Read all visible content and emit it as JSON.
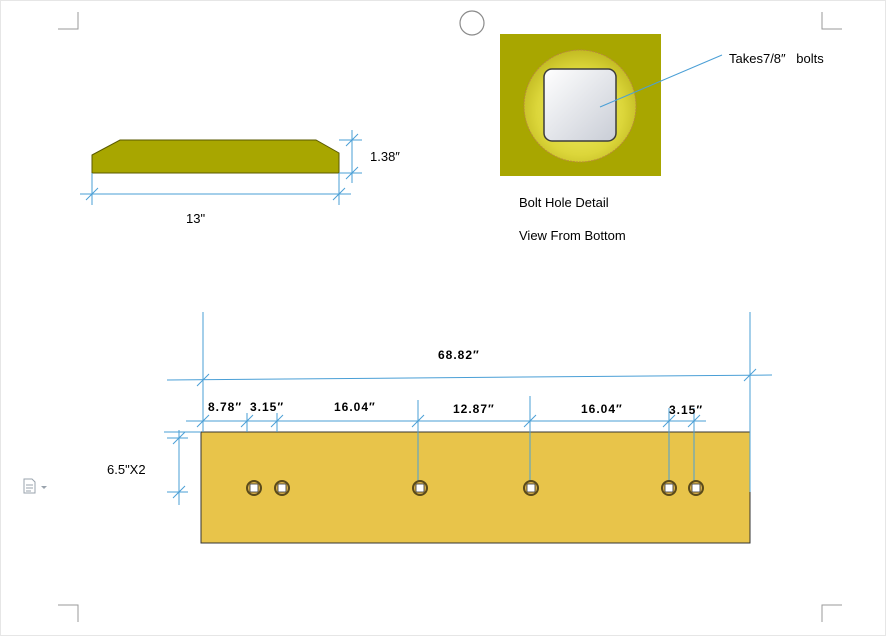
{
  "profile_view": {
    "length_label": "13\"",
    "height_label": "1.38″"
  },
  "bolt_detail": {
    "callout": "Takes7/8″ bolts",
    "caption_line1": "Bolt Hole Detail",
    "caption_line2": "View From Bottom"
  },
  "plan_view": {
    "overall_length": "68.82″",
    "width_label": "6.5\"X2",
    "spacings": [
      "8.78″",
      "3.15″",
      "16.04″",
      "12.87″",
      "16.04″",
      "3.15″"
    ]
  },
  "colors": {
    "olive": "#a8a600",
    "olive_dark": "#8f8d00",
    "bar_yellow": "#e8c44a",
    "dim_line": "#4a9fd6"
  }
}
